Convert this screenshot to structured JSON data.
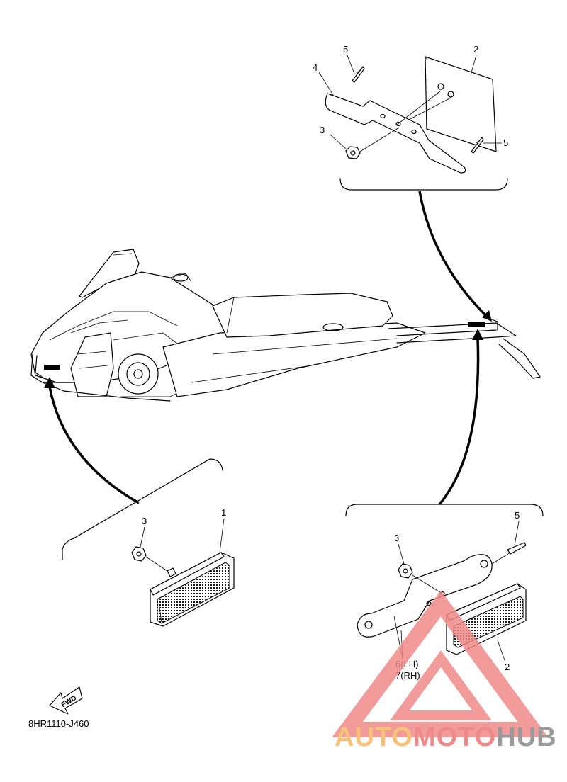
{
  "callouts": {
    "top": {
      "c2": "2",
      "c3": "3",
      "c4": "4",
      "c5a": "5",
      "c5b": "5"
    },
    "front": {
      "c1": "1",
      "c3": "3"
    },
    "rear": {
      "c3": "3",
      "c5": "5",
      "c6": "6(LH)",
      "c7": "7(RH)",
      "c2": "2"
    }
  },
  "fwd_label": "FWD",
  "diagram_code": "8HR1110-J460",
  "watermark": {
    "part1": "AUTO",
    "part2": "MOTO",
    "part3": "HUB"
  },
  "colors": {
    "watermark_orange": "#f6c27a",
    "watermark_red": "#f08a8a",
    "watermark_gray": "#9a9a9a"
  }
}
